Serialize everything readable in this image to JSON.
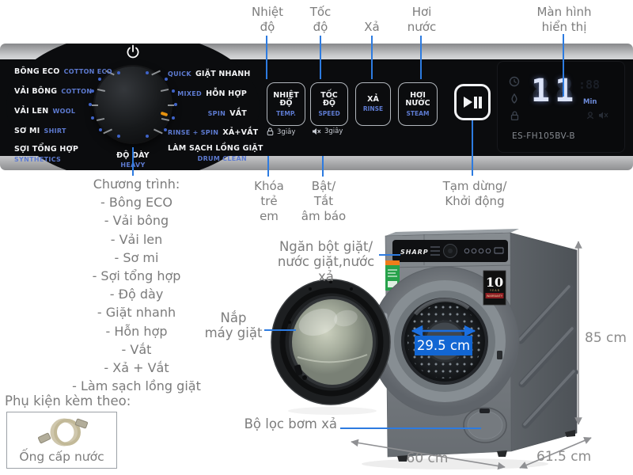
{
  "colors": {
    "leader_blue": "#2d7be0",
    "badge_blue": "#1266d3",
    "panel_accent_blue": "#5d7ad0",
    "annotation_gray": "#7d7d7d",
    "dimension_gray": "#8c8c8c"
  },
  "callouts_top": {
    "temperature": "Nhiệt\nđộ",
    "speed": "Tốc\nđộ",
    "rinse": "Xả",
    "steam": "Hơi\nnước",
    "display": "Màn hình\nhiển thị"
  },
  "callouts_bottom": {
    "child_lock": "Khóa\ntrẻ\nem",
    "sound": "Bật/\nTắt\nâm báo",
    "start_pause": "Tạm dừng/\nKhởi động"
  },
  "panel": {
    "dial": {
      "left_programs": [
        {
          "vi": "BÔNG ECO",
          "en": "COTTON ECO"
        },
        {
          "vi": "VẢI BÔNG",
          "en": "COTTON"
        },
        {
          "vi": "VẢI LEN",
          "en": "WOOL"
        },
        {
          "vi": "SƠ MI",
          "en": "SHIRT"
        },
        {
          "vi": "SỢI TỔNG HỢP",
          "en": "SYNTHETICS"
        }
      ],
      "right_programs": [
        {
          "en": "QUICK",
          "vi": "GIẶT NHANH"
        },
        {
          "en": "MIXED",
          "vi": "HỖN HỢP"
        },
        {
          "en": "SPIN",
          "vi": "VẮT"
        },
        {
          "en": "RINSE + SPIN",
          "vi": "XẢ+VẮT"
        },
        {
          "vi": "LÀM SẠCH LỒNG GIẶT",
          "en": "DRUM CLEAN"
        }
      ],
      "bottom": {
        "vi": "ĐỘ DÀY",
        "en": "HEAVY"
      }
    },
    "buttons": [
      {
        "vi": "NHIỆT ĐỘ",
        "en": "TEMP."
      },
      {
        "vi": "TỐC ĐỘ",
        "en": "SPEED"
      },
      {
        "vi": "XẢ",
        "en": "RINSE"
      },
      {
        "vi": "HƠI NƯỚC",
        "en": "STEAM"
      }
    ],
    "hold_hints": [
      {
        "label": "3giây"
      },
      {
        "label": "3giây"
      }
    ],
    "display": {
      "digits": "11",
      "ghost": "88",
      "ghost_small": ":88",
      "unit": "Min",
      "model": "ES-FH105BV-B"
    }
  },
  "programs": {
    "title": "Chương trình:",
    "items": [
      "- Bông ECO",
      "- Vải bông",
      "- Vải len",
      "- Sơ mi",
      "- Sợi tổng hợp",
      "- Độ dày",
      "- Giặt nhanh",
      "- Hỗn hợp",
      "- Vắt",
      "- Xả + Vắt",
      "- Làm sạch lồng giặt"
    ]
  },
  "accessory": {
    "title": "Phụ kiện kèm theo:",
    "label": "Ống cấp nước"
  },
  "machine": {
    "brand": "SHARP",
    "warranty": {
      "number": "10",
      "year": "Y E A R",
      "label": "WARRANTY"
    },
    "labels": {
      "drawer": "Ngăn bột giặt/\nnước giặt,nước xả",
      "door": "Nắp\nmáy giặt",
      "filter": "Bộ lọc bơm xả"
    },
    "dimensions": {
      "door_diameter": "29.5 cm",
      "height": "85 cm",
      "width": "60 cm",
      "depth": "61.5 cm"
    }
  }
}
